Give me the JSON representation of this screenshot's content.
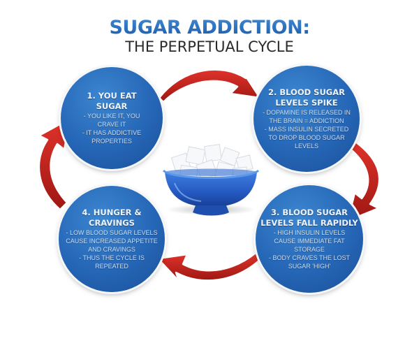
{
  "header": {
    "title": "SUGAR ADDICTION:",
    "subtitle": "THE PERPETUAL CYCLE"
  },
  "colors": {
    "title_blue": "#2a6fbf",
    "circle_blue": "#2566b6",
    "arrow_red": "#c0211f",
    "bowl_blue": "#2a62c4"
  },
  "center_image": "sugar-cubes-in-blue-bowl",
  "steps": [
    {
      "heading": [
        "1. YOU EAT",
        "SUGAR"
      ],
      "lines": [
        "- YOU LIKE IT, YOU",
        "CRAVE IT",
        "- IT HAS ADDICTIVE",
        "PROPERTIES"
      ]
    },
    {
      "heading": [
        "2. BLOOD SUGAR",
        "LEVELS SPIKE"
      ],
      "lines": [
        "- DOPAMINE IS RELEASED IN",
        "THE BRAIN = ADDICTION",
        "- MASS INSULIN SECRETED",
        "TO DROP BLOOD SUGAR",
        "LEVELS"
      ]
    },
    {
      "heading": [
        "3. BLOOD SUGAR",
        "LEVELS FALL RAPIDLY"
      ],
      "lines": [
        "- HIGH INSULIN LEVELS",
        "CAUSE IMMEDIATE FAT",
        "STORAGE",
        "- BODY CRAVES THE LOST",
        "SUGAR 'HIGH'"
      ]
    },
    {
      "heading": [
        "4. HUNGER &",
        "CRAVINGS"
      ],
      "lines": [
        "- LOW BLOOD SUGAR LEVELS",
        "CAUSE INCREASED APPETITE",
        "AND CRAVINGS",
        "- THUS THE CYCLE IS",
        "REPEATED"
      ]
    }
  ],
  "arrows": [
    {
      "from": 1,
      "to": 2,
      "direction": "clockwise"
    },
    {
      "from": 2,
      "to": 3,
      "direction": "clockwise"
    },
    {
      "from": 3,
      "to": 4,
      "direction": "clockwise"
    },
    {
      "from": 4,
      "to": 1,
      "direction": "clockwise"
    }
  ]
}
